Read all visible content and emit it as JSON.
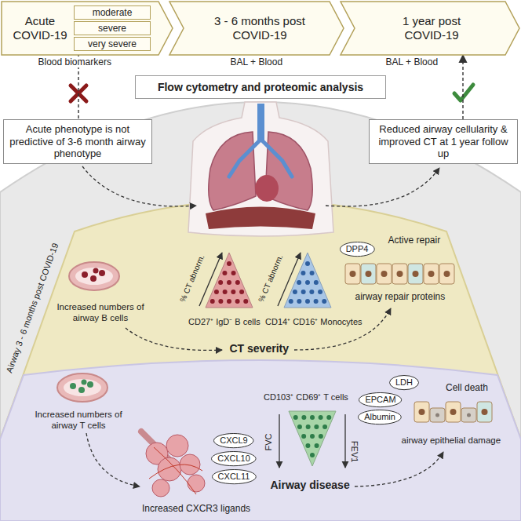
{
  "diagram": {
    "nodes": [
      {
        "text": [
          "Acute COVID-19"
        ]
      },
      {
        "text": [
          "moderate"
        ],
        "in": 0
      },
      {
        "text": [
          "severe"
        ],
        "in": 0
      },
      {
        "text": [
          "very severe"
        ],
        "in": 0
      },
      {
        "text": [
          "3 - 6 months post COVID-19"
        ]
      },
      {
        "text": [
          "1 year post COVID-19"
        ]
      },
      {
        "text": [
          "Flow cytometry and proteomic analysis"
        ]
      },
      {
        "text": [
          "Acute phenotype is not predictive of 3-6 month airway phenotype"
        ]
      },
      {
        "text": [
          "Reduced airway cellularity & improved CT at 1 year follow up"
        ]
      },
      {
        "text": [
          "DPP4"
        ]
      },
      {
        "text": [
          "CXCL9"
        ]
      },
      {
        "text": [
          "CXCL10"
        ]
      },
      {
        "text": [
          "CXCL11"
        ]
      },
      {
        "text": [
          "LDH"
        ]
      },
      {
        "text": [
          "EPCAM"
        ]
      },
      {
        "text": [
          "Albumin"
        ]
      }
    ],
    "edges": [
      {
        "from": 0,
        "to": 7,
        "arrow": "none"
      },
      {
        "from": 8,
        "to": 5,
        "arrow": "to"
      }
    ],
    "labels": [
      "Blood biomarkers",
      "BAL + Blood",
      "BAL + Blood",
      "Airway 3 - 6 months post COVID-19",
      "Increased numbers of airway B cells",
      "% CT abnorm.",
      "CD27⁺ IgD⁻ B cells",
      "% CT abnorm.",
      "CD14⁺ CD16⁺ Monocytes",
      "CT severity",
      "Active repair",
      "airway repair proteins",
      "Increased numbers of airway T cells",
      "Increased CXCR3 ligands",
      "CD103⁺ CD69⁺ T cells",
      "FVC",
      "FEV1",
      "Airway disease",
      "Cell death",
      "airway epithelial damage"
    ]
  }
}
